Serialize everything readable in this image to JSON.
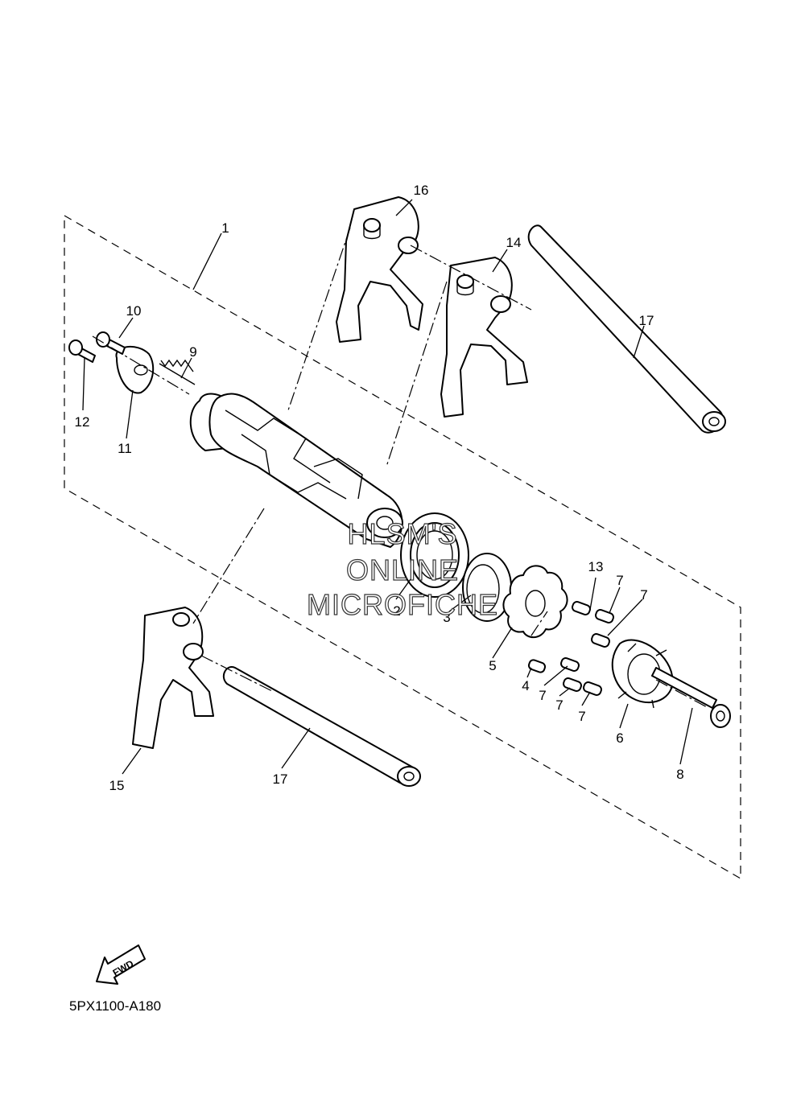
{
  "diagram_code": "5PX1100-A180",
  "watermark": {
    "line1": "HLSM'S",
    "line2": "ONLINE",
    "line3": "MICROFICHE"
  },
  "fwd_label": "FWD",
  "callouts": [
    {
      "id": "c1",
      "text": "1"
    },
    {
      "id": "c2",
      "text": "2"
    },
    {
      "id": "c3",
      "text": "3"
    },
    {
      "id": "c4",
      "text": "4"
    },
    {
      "id": "c5",
      "text": "5"
    },
    {
      "id": "c6",
      "text": "6"
    },
    {
      "id": "c7a",
      "text": "7"
    },
    {
      "id": "c7b",
      "text": "7"
    },
    {
      "id": "c7c",
      "text": "7"
    },
    {
      "id": "c7d",
      "text": "7"
    },
    {
      "id": "c7e",
      "text": "7"
    },
    {
      "id": "c8",
      "text": "8"
    },
    {
      "id": "c9",
      "text": "9"
    },
    {
      "id": "c10",
      "text": "10"
    },
    {
      "id": "c11",
      "text": "11"
    },
    {
      "id": "c12",
      "text": "12"
    },
    {
      "id": "c13",
      "text": "13"
    },
    {
      "id": "c14",
      "text": "14"
    },
    {
      "id": "c15",
      "text": "15"
    },
    {
      "id": "c16",
      "text": "16"
    },
    {
      "id": "c17a",
      "text": "17"
    },
    {
      "id": "c17b",
      "text": "17"
    }
  ]
}
